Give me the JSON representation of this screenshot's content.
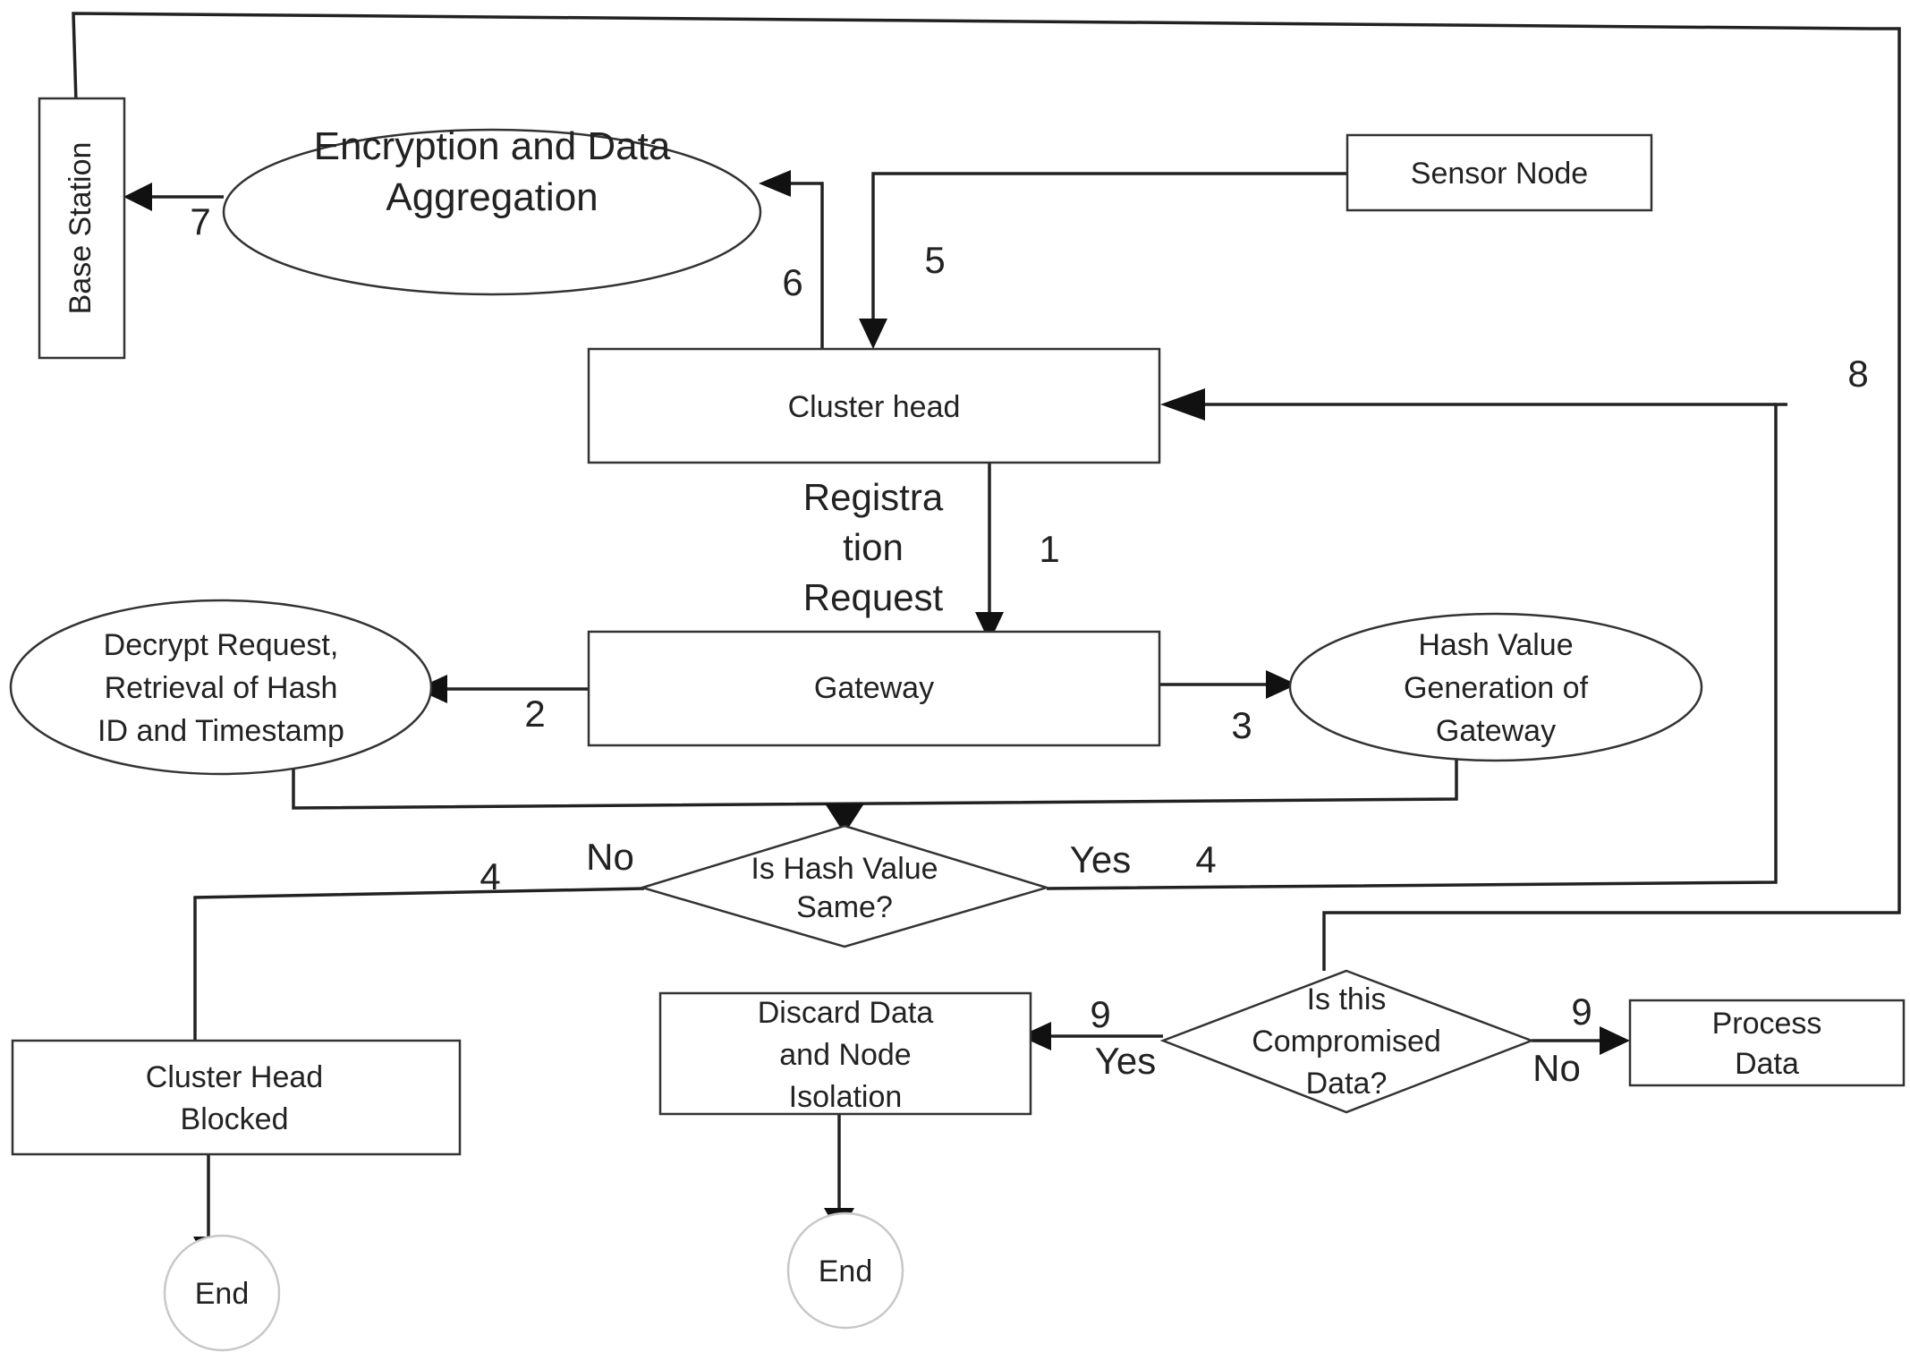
{
  "nodes": {
    "base_station": "Base Station",
    "encryption": [
      "Encryption and Data",
      "Aggregation"
    ],
    "sensor_node": "Sensor Node",
    "cluster_head": "Cluster head",
    "registration_request": [
      "Registra",
      "tion",
      "Request"
    ],
    "gateway": "Gateway",
    "decrypt": [
      "Decrypt Request,",
      "Retrieval of Hash",
      "ID and Timestamp"
    ],
    "hash_gen": [
      "Hash Value",
      "Generation of",
      "Gateway"
    ],
    "decision_hash": [
      "Is Hash Value",
      "Same?"
    ],
    "cluster_blocked": [
      "Cluster Head",
      "Blocked"
    ],
    "discard": [
      "Discard Data",
      "and Node",
      "Isolation"
    ],
    "decision_compromised": [
      "Is this",
      "Compromised",
      "Data?"
    ],
    "process_data": [
      "Process",
      "Data"
    ],
    "end_left": "End",
    "end_mid": "End"
  },
  "edge_labels": {
    "e1": "1",
    "e2": "2",
    "e3": "3",
    "e4_no": "4",
    "e4_yes": "4",
    "e5": "5",
    "e6": "6",
    "e7": "7",
    "e8": "8",
    "e9_yes": "9",
    "e9_no": "9",
    "no_hash": "No",
    "yes_hash": "Yes",
    "yes_comp": "Yes",
    "no_comp": "No"
  }
}
